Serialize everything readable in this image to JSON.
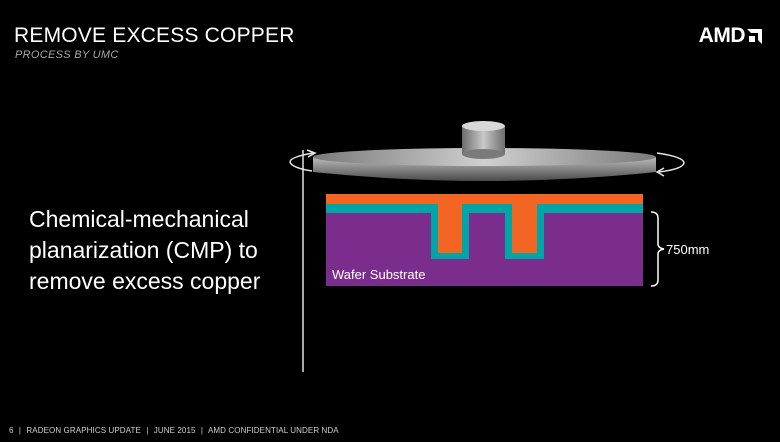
{
  "header": {
    "title": "REMOVE EXCESS COPPER",
    "subtitle": "PROCESS BY UMC",
    "logo_text": "AMD"
  },
  "body": {
    "lines": [
      "Chemical-mechanical",
      "planarization (CMP) to",
      "remove excess copper"
    ]
  },
  "diagram": {
    "substrate_label": "Wafer Substrate",
    "thickness_label": "750mm",
    "colors": {
      "copper": "#f26522",
      "barrier": "#00a6a6",
      "substrate": "#7b2d8e"
    }
  },
  "footer": {
    "page": "6",
    "sep1": "|",
    "doc": "RADEON GRAPHICS UPDATE",
    "sep2": "|",
    "date": "JUNE 2015",
    "sep3": "|",
    "confidential": "AMD CONFIDENTIAL UNDER NDA"
  }
}
